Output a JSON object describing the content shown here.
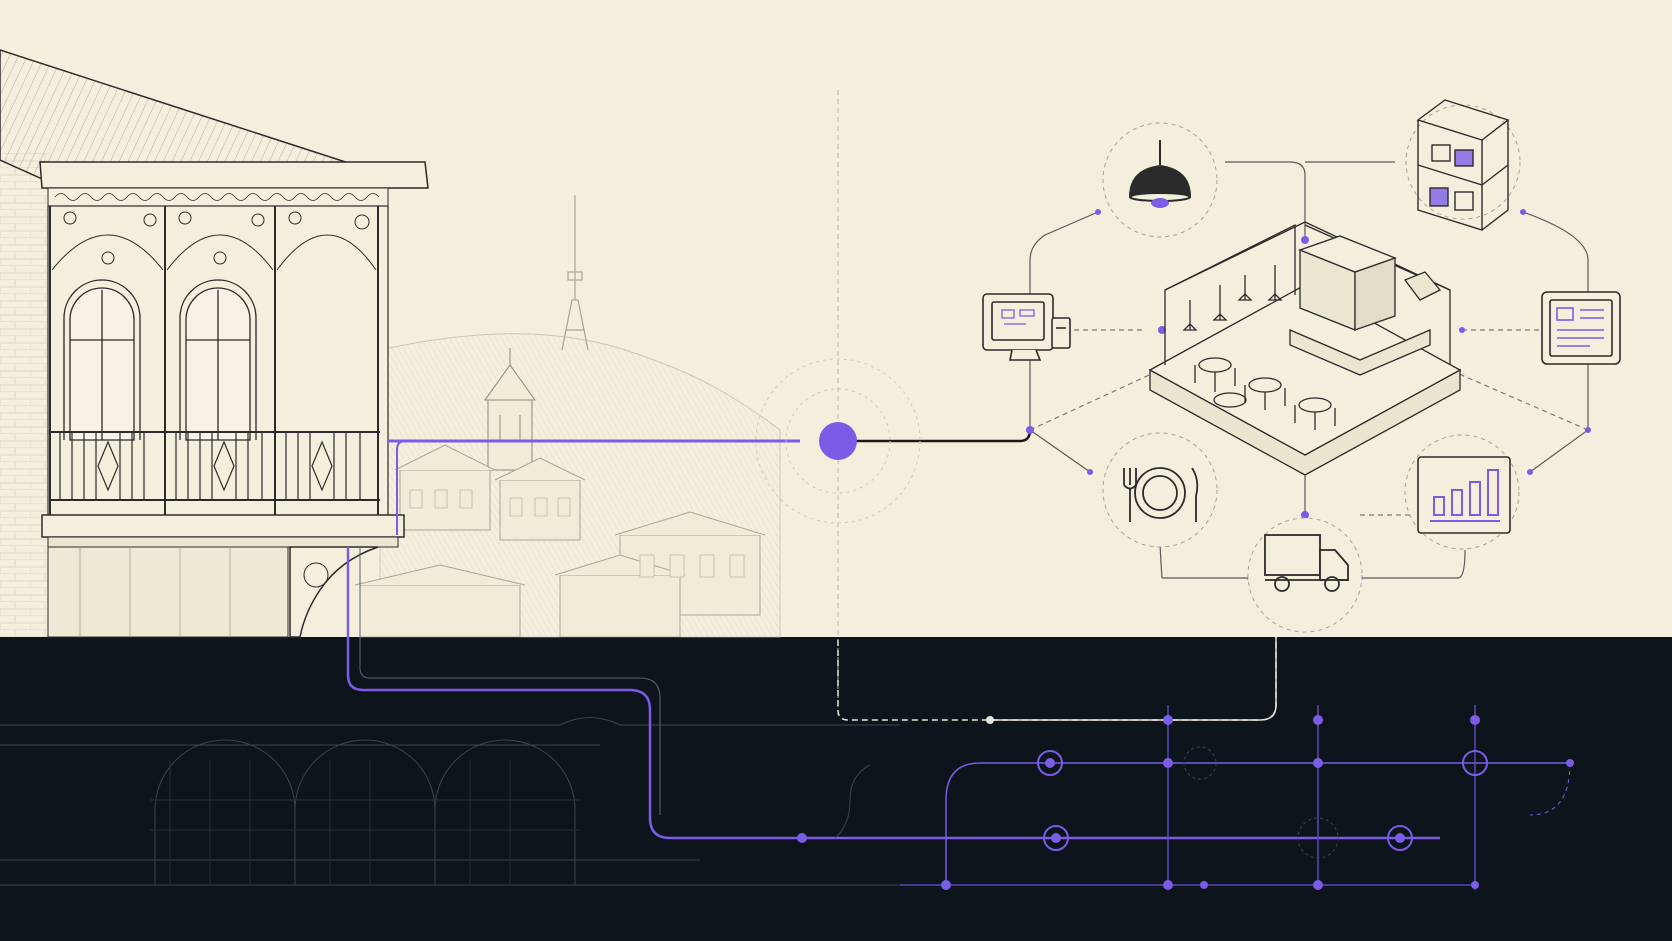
{
  "palette": {
    "paper": "#f4eedc",
    "ink": "#2b2b2b",
    "ink_light": "#a8a394",
    "night": "#0d141c",
    "accent": "#7a5ce6",
    "accent_dim": "#5b47b8",
    "white_line": "#e8e4d8"
  },
  "illustration": {
    "left": "tbilisi-balcony-sketch",
    "center": "hub-node",
    "right": "restaurant-isometric-hub",
    "bottom": "circuit-grid"
  },
  "icons": [
    "pendant-lamp-icon",
    "storage-shelf-icon",
    "pos-terminal-icon",
    "tablet-dashboard-icon",
    "plate-cutlery-icon",
    "delivery-truck-icon",
    "bar-chart-icon"
  ]
}
